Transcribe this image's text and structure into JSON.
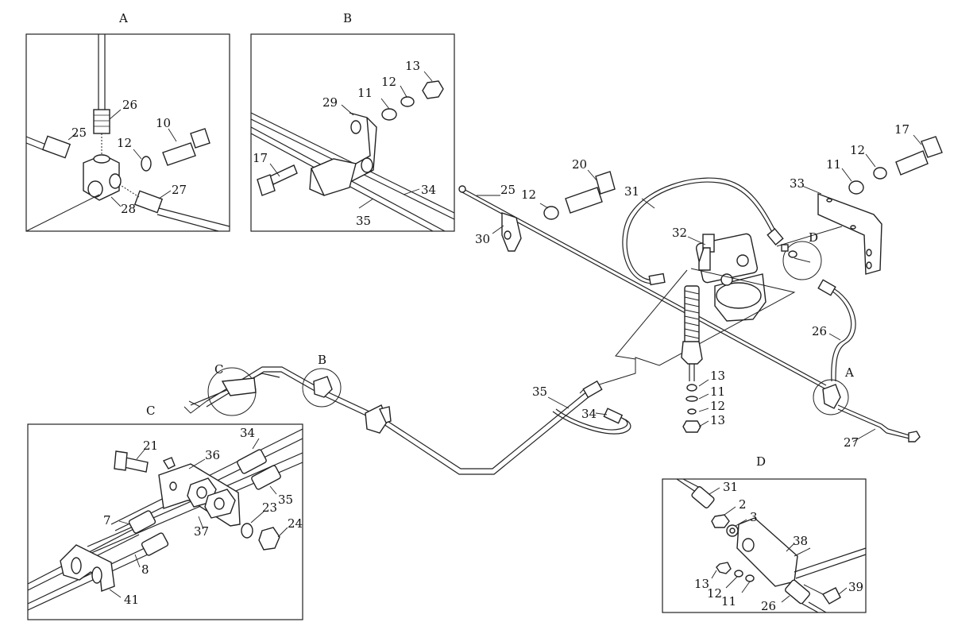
{
  "panel_titles": {
    "A": "A",
    "B": "B",
    "C": "C",
    "D": "D"
  },
  "detail_markers": {
    "A": "A",
    "B": "B",
    "C": "C",
    "D": "D"
  },
  "callouts": {
    "pa_26": "26",
    "pa_25": "25",
    "pa_10": "10",
    "pa_12": "12",
    "pa_27": "27",
    "pa_28": "28",
    "pb_13": "13",
    "pb_12": "12",
    "pb_11": "11",
    "pb_29": "29",
    "pb_17": "17",
    "pb_34": "34",
    "pb_35": "35",
    "m_25": "25",
    "m_12a": "12",
    "m_20": "20",
    "m_30": "30",
    "m_31": "31",
    "m_32": "32",
    "m_33": "33",
    "m_11a": "11",
    "m_12b": "12",
    "m_17": "17",
    "m_26": "26",
    "m_27": "27",
    "m_13a": "13",
    "m_11b": "11",
    "m_12c": "12",
    "m_13b": "13",
    "m_35": "35",
    "m_34": "34",
    "pc_21": "21",
    "pc_36": "36",
    "pc_34": "34",
    "pc_35": "35",
    "pc_7": "7",
    "pc_23": "23",
    "pc_24": "24",
    "pc_37": "37",
    "pc_8": "8",
    "pc_41": "41",
    "pd_31": "31",
    "pd_2": "2",
    "pd_3": "3",
    "pd_38": "38",
    "pd_13": "13",
    "pd_12": "12",
    "pd_11": "11",
    "pd_39": "39",
    "pd_26": "26"
  }
}
